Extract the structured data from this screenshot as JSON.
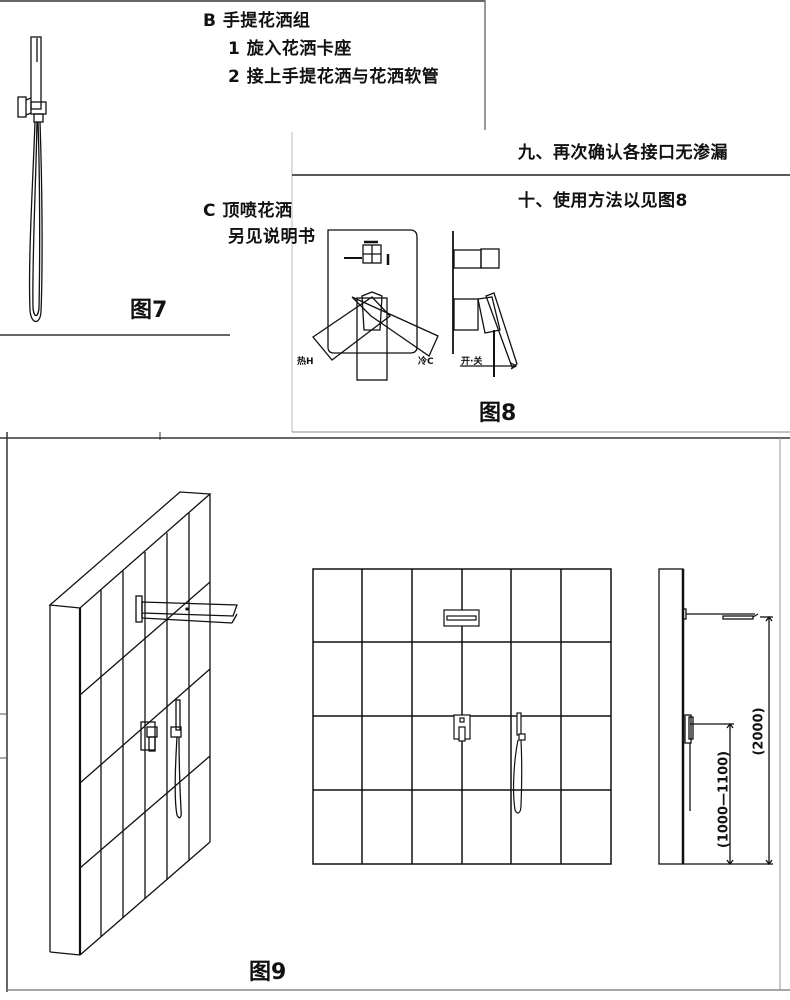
{
  "section_b": {
    "title": "B 手提花洒组",
    "step1": "1 旋入花洒卡座",
    "step2": "2 接上手提花洒与花洒软管"
  },
  "section_c": {
    "title": "C 顶喷花洒",
    "note": "另见说明书"
  },
  "steps": {
    "step9": "九、再次确认各接口无渗漏",
    "step10": "十、使用方法以见图8"
  },
  "figures": {
    "fig7": {
      "caption": "图7",
      "subject": "hand-shower-with-holder-and-hose"
    },
    "fig8": {
      "caption": "图8",
      "labels": {
        "hot": "热H",
        "cold": "冷C",
        "on_off": "开·关"
      }
    },
    "fig9": {
      "caption": "图9",
      "dimensions": {
        "mixer_height": "(1000—1100)",
        "head_height": "(2000)"
      }
    }
  },
  "colors": {
    "line": "#111111",
    "background": "#ffffff",
    "frame": "#555555"
  }
}
